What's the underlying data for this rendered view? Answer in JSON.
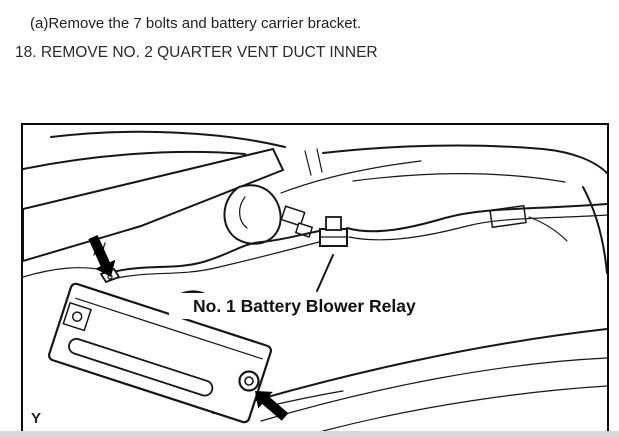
{
  "document": {
    "substep_a": "(a)Remove the 7 bolts and battery carrier bracket.",
    "step_18": "18. REMOVE NO. 2 QUARTER VENT DUCT INNER"
  },
  "figure": {
    "relay_callout": "No. 1 Battery Blower Relay",
    "corner_label": "Y"
  },
  "colors": {
    "ink": "#161616",
    "background": "#ffffff",
    "figure_border": "#0b0b0b",
    "bottom_strip": "#d9d9d9"
  }
}
